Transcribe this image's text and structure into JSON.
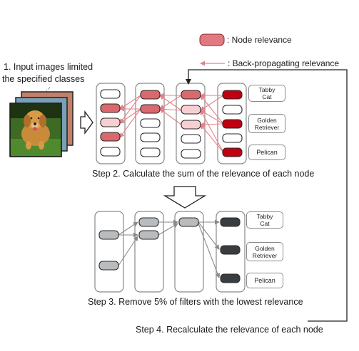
{
  "legend": {
    "node_relevance": ": Node relevance",
    "back_propagating": ": Back-propagating relevance"
  },
  "input": {
    "line1": "1. Input images limited",
    "line2": "the specified classes",
    "dots": "..."
  },
  "steps": {
    "step2": "Step 2. Calculate the sum of the relevance of each node",
    "step3": "Step 3. Remove 5% of filters with the lowest relevance",
    "step4": "Step 4. Recalculate the relevance of each node"
  },
  "classes_top": [
    {
      "line1": "Tabby",
      "line2": "Cat"
    },
    {
      "line1": "Golden",
      "line2": "Retriever"
    },
    {
      "line1": "Pelican",
      "line2": ""
    }
  ],
  "classes_bottom": [
    {
      "line1": "Tabby",
      "line2": "Cat"
    },
    {
      "line1": "Golden",
      "line2": "Retriever"
    },
    {
      "line1": "Pelican",
      "line2": ""
    }
  ],
  "colors": {
    "relevance_dark": "#c00010",
    "relevance_mid": "#d9696f",
    "relevance_light": "#f6cfd2",
    "arrow_red": "#e6838a",
    "gray_node": "#b9bcbf",
    "dark_node": "#3a3d40",
    "border": "#8a8a8a"
  }
}
